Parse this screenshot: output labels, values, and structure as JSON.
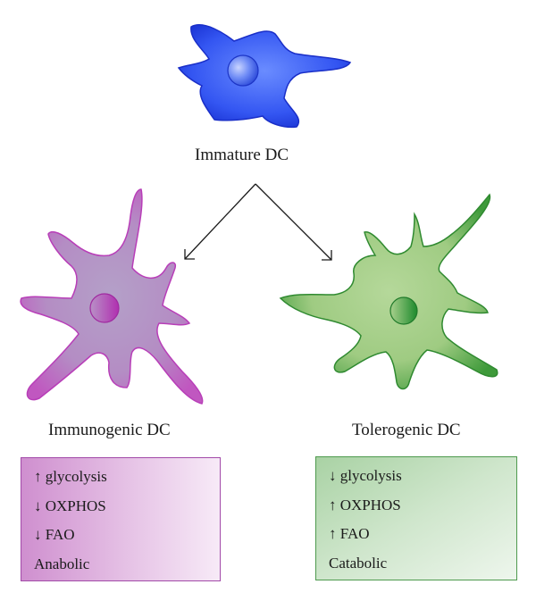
{
  "labels": {
    "immature": "Immature DC",
    "immunogenic": "Immunogenic DC",
    "tolerogenic": "Tolerogenic DC"
  },
  "immunogenic_box": {
    "lines": [
      "↑ glycolysis",
      "↓ OXPHOS",
      "↓ FAO",
      "Anabolic"
    ]
  },
  "tolerogenic_box": {
    "lines": [
      "↓ glycolysis",
      "↑ OXPHOS",
      "↑ FAO",
      "Catabolic"
    ]
  },
  "colors": {
    "immature_cell": "#2f52f0",
    "immunogenic_cell": "#b06ab8",
    "tolerogenic_cell": "#8fc47a",
    "immunogenic_border": "#a24aa8",
    "tolerogenic_border": "#4e9a4e"
  }
}
